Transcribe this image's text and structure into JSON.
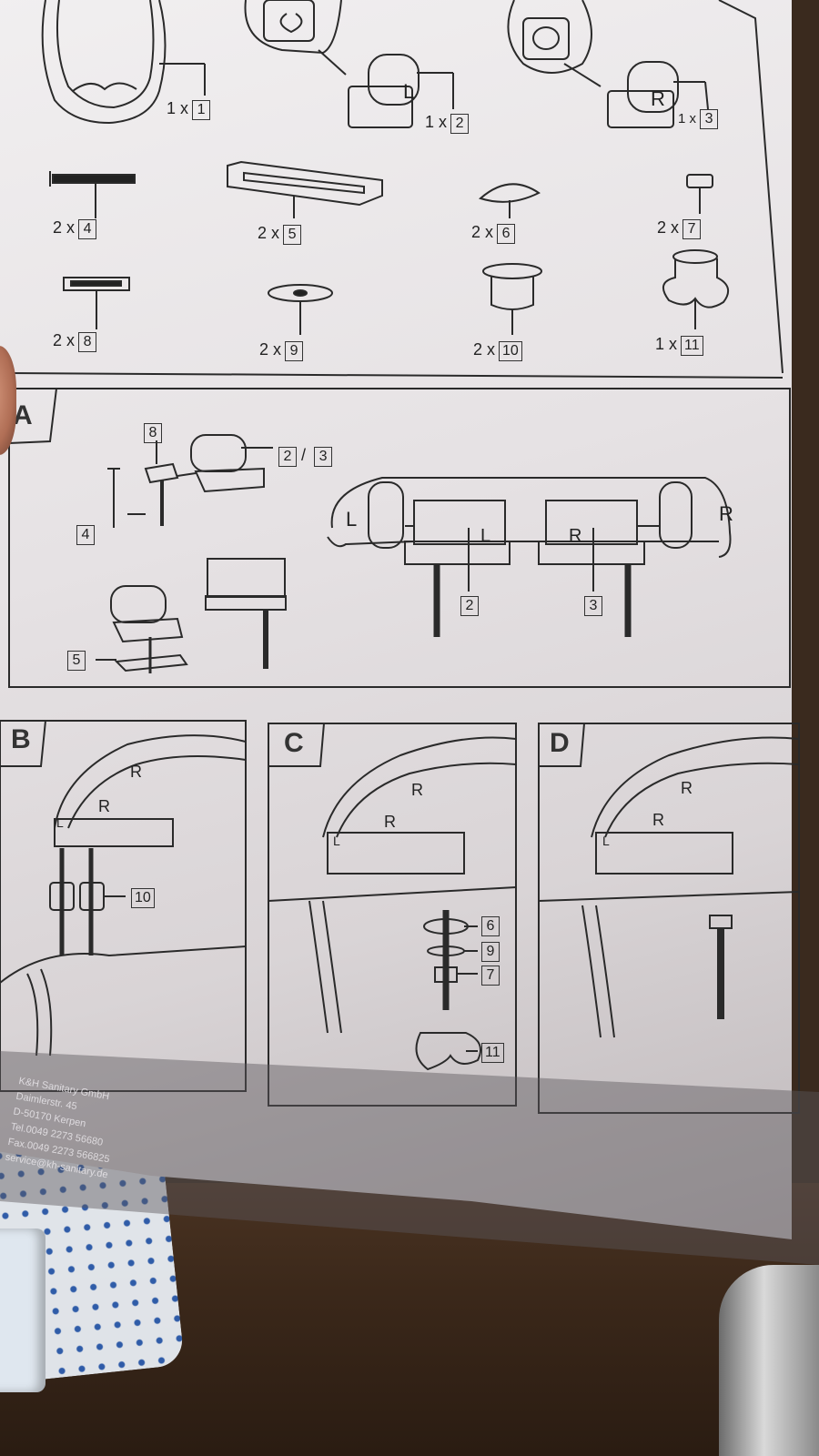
{
  "parts": [
    {
      "qty": "1 x",
      "num": "1"
    },
    {
      "qty": "1 x",
      "num": "2"
    },
    {
      "qty": "1 x",
      "num": "3"
    },
    {
      "qty": "2 x",
      "num": "4"
    },
    {
      "qty": "2 x",
      "num": "5"
    },
    {
      "qty": "2 x",
      "num": "6"
    },
    {
      "qty": "2 x",
      "num": "7"
    },
    {
      "qty": "2 x",
      "num": "8"
    },
    {
      "qty": "2 x",
      "num": "9"
    },
    {
      "qty": "2 x",
      "num": "10"
    },
    {
      "qty": "1 x",
      "num": "11"
    }
  ],
  "part_letters": {
    "left_hinge": "L",
    "right_hinge": "R"
  },
  "panels": {
    "a": {
      "letter": "A",
      "callouts": {
        "n8": "8",
        "n2": "2",
        "n3": "3",
        "n4": "4",
        "n5": "5",
        "seat_2": "2",
        "seat_3": "3"
      },
      "letters": {
        "l_outer": "L",
        "l_inner": "L",
        "r_inner": "R",
        "r_outer": "R"
      }
    },
    "b": {
      "letter": "B",
      "callout": "10",
      "labels": [
        "R",
        "R",
        "L"
      ]
    },
    "c": {
      "letter": "C",
      "callouts": [
        "6",
        "9",
        "7",
        "11"
      ],
      "labels": [
        "R",
        "R",
        "L"
      ]
    },
    "d": {
      "letter": "D",
      "labels": [
        "R",
        "R",
        "L"
      ]
    }
  },
  "footer": {
    "lines": [
      "K&H Sanitary GmbH",
      "Daimlerstr. 45",
      "D-50170 Kerpen",
      "Tel.0049 2273 56680",
      "Fax.0049 2273 566825",
      "service@kh-sanitary.de"
    ]
  }
}
